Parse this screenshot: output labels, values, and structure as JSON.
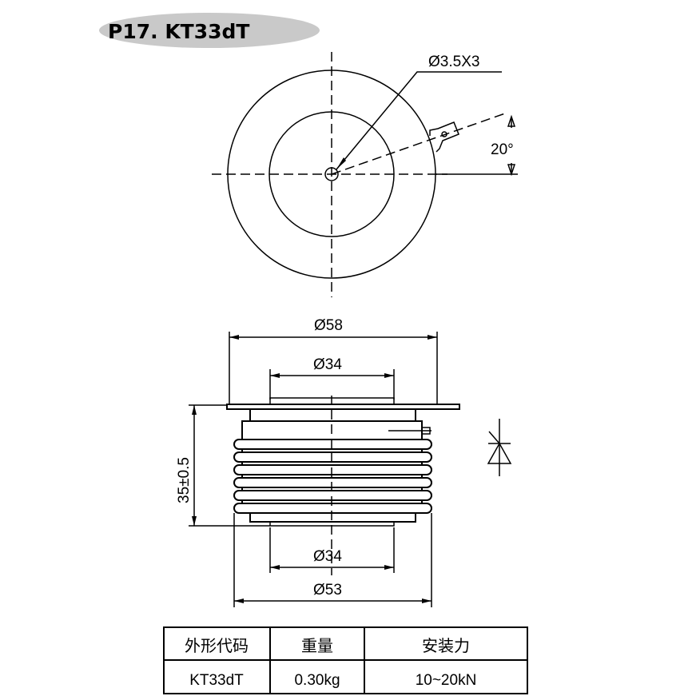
{
  "title": "P17. KT33dT",
  "top_view": {
    "hole_label": "Ø3.5X3",
    "angle_label": "20°"
  },
  "side_view": {
    "outer_flange_dia": "Ø58",
    "top_contact_dia": "Ø34",
    "height": "35±0.5",
    "bottom_contact_dia": "Ø34",
    "body_dia": "Ø53"
  },
  "table": {
    "headers": [
      "外形代码",
      "重量",
      "安装力"
    ],
    "row": [
      "KT33dT",
      "0.30kg",
      "10~20kN"
    ]
  }
}
